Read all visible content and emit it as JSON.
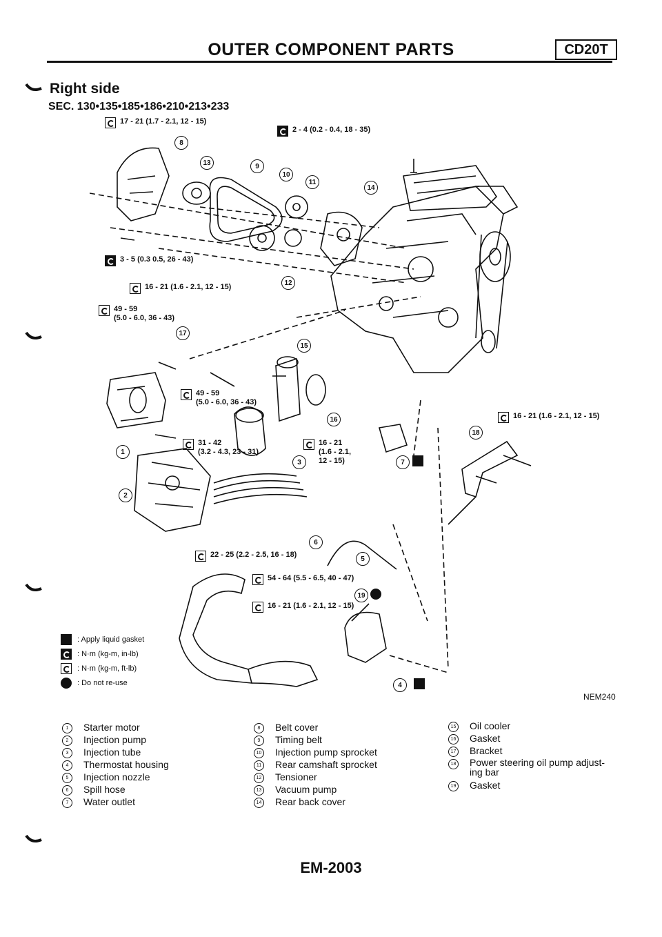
{
  "header": {
    "title": "OUTER COMPONENT PARTS",
    "engine": "CD20T"
  },
  "section": {
    "title": "Right side",
    "sec": "SEC. 130•135•185•186•210•213•233"
  },
  "torques": [
    {
      "text": "17 - 21 (1.7 - 2.1, 12 - 15)",
      "unit": "ft"
    },
    {
      "text": "2 - 4 (0.2 - 0.4, 18 - 35)",
      "unit": "in"
    },
    {
      "text": "3 - 5 (0.3 0.5, 26 - 43)",
      "unit": "in"
    },
    {
      "text": "16 - 21 (1.6 - 2.1, 12 - 15)",
      "unit": "ft"
    },
    {
      "text": "49 - 59\n(5.0 - 6.0, 36 - 43)",
      "unit": "ft"
    },
    {
      "text": "49 - 59\n(5.0 - 6.0, 36 - 43)",
      "unit": "ft"
    },
    {
      "text": "31 - 42\n(3.2 - 4.3, 23 - 31)",
      "unit": "ft"
    },
    {
      "text": "16 - 21\n(1.6 - 2.1,\n12 - 15)",
      "unit": "ft"
    },
    {
      "text": "16 - 21 (1.6 - 2.1, 12 - 15)",
      "unit": "ft"
    },
    {
      "text": "22 - 25 (2.2 - 2.5, 16 - 18)",
      "unit": "ft"
    },
    {
      "text": "54 - 64 (5.5 - 6.5, 40 - 47)",
      "unit": "ft"
    },
    {
      "text": "16 - 21 (1.6 - 2.1, 12 - 15)",
      "unit": "ft"
    }
  ],
  "callouts": [
    "1",
    "2",
    "3",
    "4",
    "5",
    "6",
    "7",
    "8",
    "9",
    "10",
    "11",
    "12",
    "13",
    "14",
    "15",
    "16",
    "17",
    "18",
    "19"
  ],
  "legend": [
    {
      "symbol": "apply-liquid-gasket",
      "text": ": Apply liquid gasket"
    },
    {
      "symbol": "nm-in-lb",
      "text": ": N·m (kg-m, in-lb)"
    },
    {
      "symbol": "nm-ft-lb",
      "text": ": N·m (kg-m, ft-lb)"
    },
    {
      "symbol": "do-not-reuse",
      "text": ": Do not re-use"
    }
  ],
  "figure_code": "NEM240",
  "parts": [
    {
      "n": "1",
      "name": "Starter motor"
    },
    {
      "n": "2",
      "name": "Injection pump"
    },
    {
      "n": "3",
      "name": "Injection tube"
    },
    {
      "n": "4",
      "name": "Thermostat housing"
    },
    {
      "n": "5",
      "name": "Injection nozzle"
    },
    {
      "n": "6",
      "name": "Spill hose"
    },
    {
      "n": "7",
      "name": "Water outlet"
    },
    {
      "n": "8",
      "name": "Belt cover"
    },
    {
      "n": "9",
      "name": "Timing belt"
    },
    {
      "n": "10",
      "name": "Injection pump sprocket"
    },
    {
      "n": "11",
      "name": "Rear camshaft sprocket"
    },
    {
      "n": "12",
      "name": "Tensioner"
    },
    {
      "n": "13",
      "name": "Vacuum pump"
    },
    {
      "n": "14",
      "name": "Rear back cover"
    },
    {
      "n": "15",
      "name": "Oil cooler"
    },
    {
      "n": "16",
      "name": "Gasket"
    },
    {
      "n": "17",
      "name": "Bracket"
    },
    {
      "n": "18",
      "name": "Power steering oil pump adjust-\ning bar"
    },
    {
      "n": "19",
      "name": "Gasket"
    }
  ],
  "page_number": "EM-2003"
}
